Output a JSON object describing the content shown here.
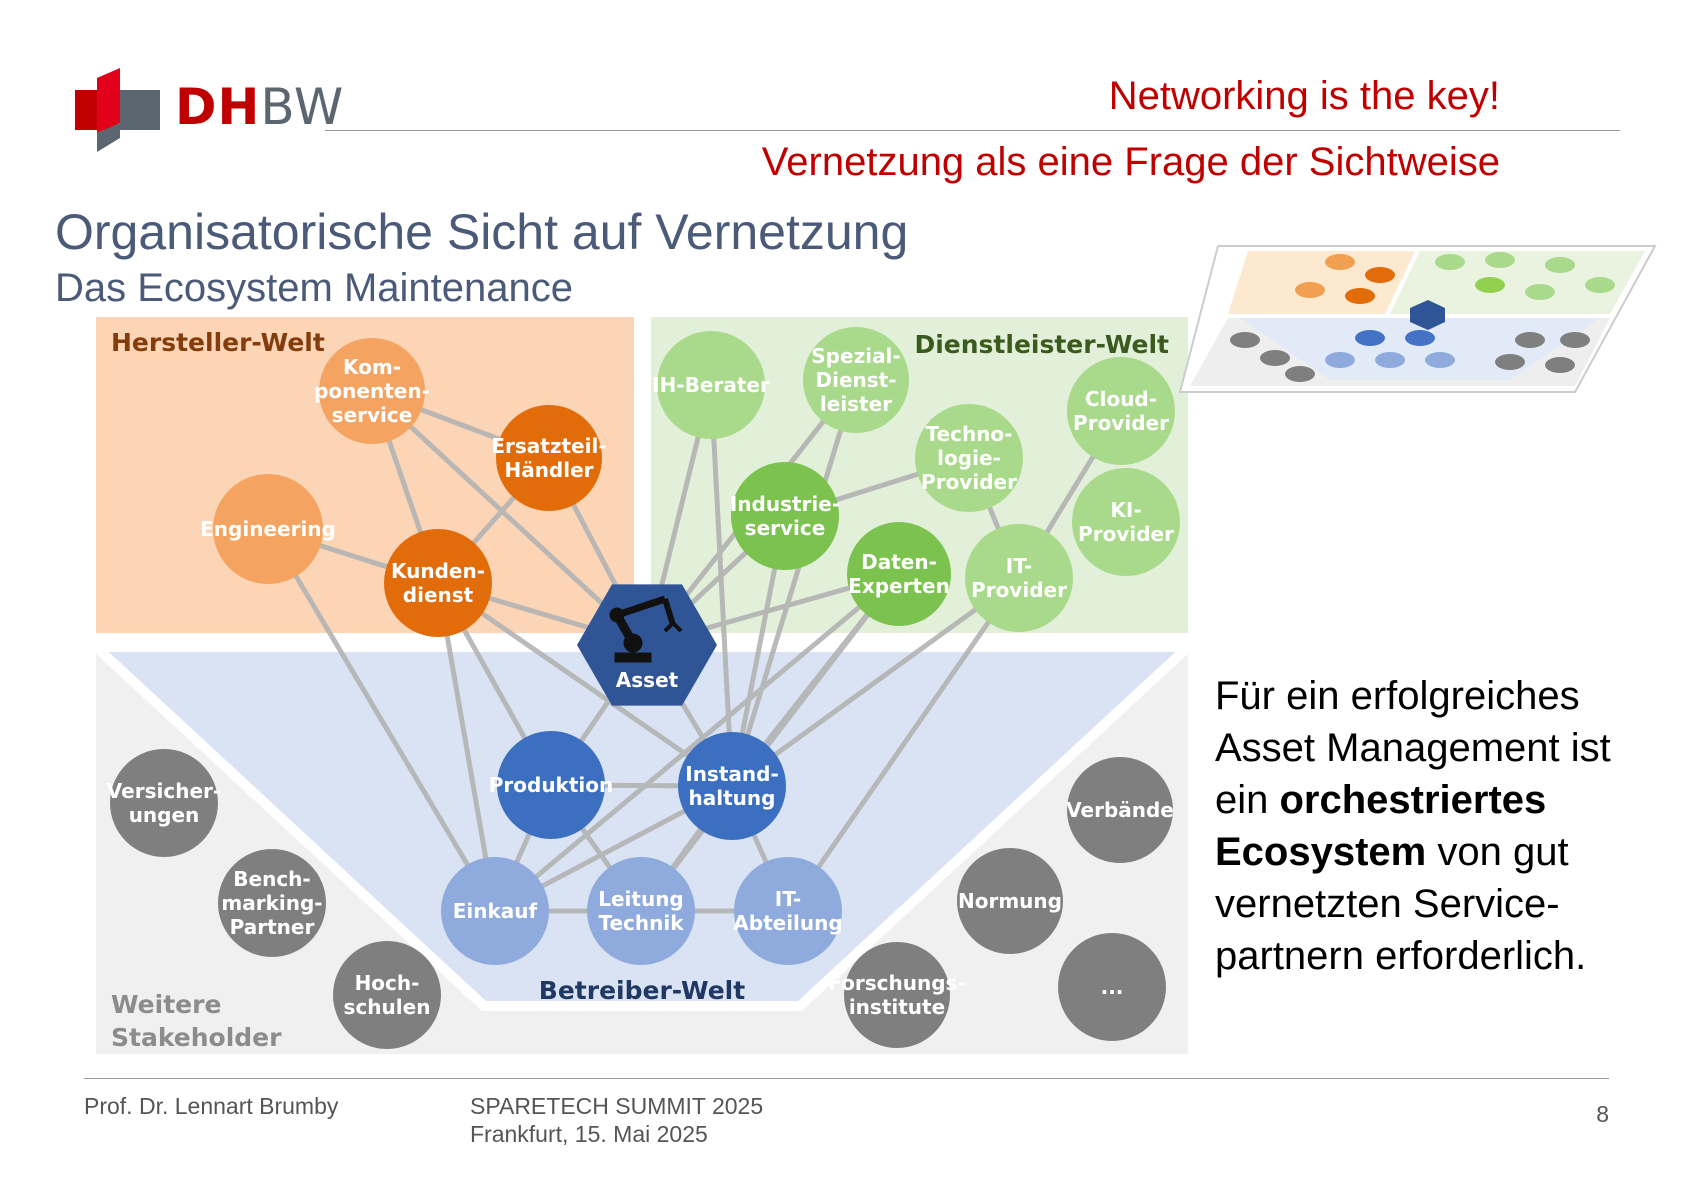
{
  "logo": {
    "text_dh": "DH",
    "text_bw": "BW"
  },
  "header": {
    "title": "Networking is the key!",
    "subtitle": "Vernetzung als eine Frage der Sichtweise"
  },
  "slide": {
    "title": "Organisatorische Sicht auf Vernetzung",
    "subtitle": "Das Ecosystem Maintenance"
  },
  "regions": {
    "hersteller": "Hersteller-Welt",
    "dienstleister": "Dienstleister-Welt",
    "betreiber": "Betreiber-Welt",
    "weitere": [
      "Weitere",
      "Stakeholder"
    ]
  },
  "nodes": {
    "asset": [
      "Asset"
    ],
    "komponentenservice": [
      "Kom-",
      "ponenten-",
      "service"
    ],
    "ersatzteil": [
      "Ersatzteil-",
      "Händler"
    ],
    "engineering": [
      "Engineering"
    ],
    "kundendienst": [
      "Kunden-",
      "dienst"
    ],
    "ih_berater": [
      "IH-Berater"
    ],
    "spezialdienstleister": [
      "Spezial-",
      "Dienst-",
      "leister"
    ],
    "cloud": [
      "Cloud-",
      "Provider"
    ],
    "technologie": [
      "Techno-",
      "logie-",
      "Provider"
    ],
    "industrieservice": [
      "Industrie-",
      "service"
    ],
    "ki": [
      "KI-",
      "Provider"
    ],
    "datenexperten": [
      "Daten-",
      "Experten"
    ],
    "it_provider": [
      "IT-",
      "Provider"
    ],
    "produktion": [
      "Produktion"
    ],
    "instandhaltung": [
      "Instand-",
      "haltung"
    ],
    "einkauf": [
      "Einkauf"
    ],
    "leitung": [
      "Leitung",
      "Technik"
    ],
    "it_abteilung": [
      "IT-",
      "Abteilung"
    ],
    "versicherungen": [
      "Versicher-",
      "ungen"
    ],
    "benchmarking": [
      "Bench-",
      "marking-",
      "Partner"
    ],
    "hochschulen": [
      "Hoch-",
      "schulen"
    ],
    "verbaende": [
      "Verbände"
    ],
    "normung": [
      "Normung"
    ],
    "forschung": [
      "Forschungs-",
      "institute"
    ],
    "more": [
      "..."
    ]
  },
  "colors": {
    "red": "#c00000",
    "hersteller_bg": "#fbd5b5",
    "dienstleister_bg": "#e2efd9",
    "betreiber_bg": "#dae3f3",
    "weitere_bg": "#f0f0f0"
  },
  "claim": {
    "before": "Für ein erfolgreiches Asset Management ist ein ",
    "bold": "orchestriertes Ecosystem",
    "after": " von gut vernetzten Service-partnern erforderlich."
  },
  "footer": {
    "author": "Prof. Dr. Lennart Brumby",
    "event": "SPARETECH SUMMIT 2025",
    "location": "Frankfurt, 15. Mai 2025",
    "page": "8"
  }
}
